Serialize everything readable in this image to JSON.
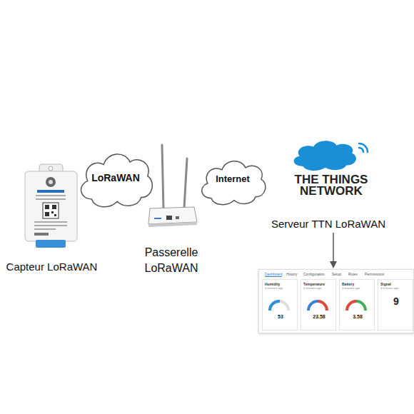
{
  "diagram": {
    "nodes": [
      {
        "text": [
          "Capteur LoRaWAN"
        ]
      },
      {
        "text": [
          "LoRaWAN"
        ]
      },
      {
        "text": [
          "Passerelle LoRaWAN"
        ]
      },
      {
        "text": [
          "Internet"
        ]
      },
      {
        "text": [
          "THE THINGS NETWORK"
        ]
      },
      {
        "text": [
          "Dashboard",
          "History",
          "Configuration",
          "Setup",
          "Rules",
          "Permissions"
        ]
      },
      {
        "text": [
          "Humidity",
          "4 minutes ago",
          "53"
        ],
        "in": 5
      },
      {
        "text": [
          "Temperature",
          "4 minutes ago",
          "23.58"
        ],
        "in": 5
      },
      {
        "text": [
          "Battery",
          "4 minutes ago",
          "3.58"
        ],
        "in": 5
      },
      {
        "text": [
          "Signal",
          "4 minutes ago",
          "9"
        ],
        "in": 5
      }
    ],
    "labels": [
      "Serveur TTN LoRaWAN"
    ]
  }
}
